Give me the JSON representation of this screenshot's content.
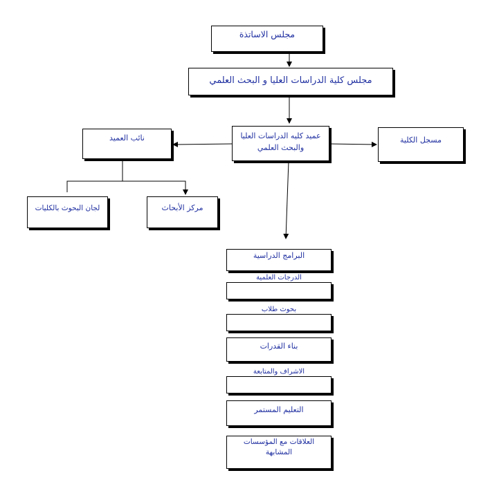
{
  "chart": {
    "council": "مجلس الاساتذة",
    "college_council": "مجلس كلية الدراسات  العليا و البحث العلمي",
    "dean": "عميد كليه الدراسات العليا والبحث العلمي",
    "deputy": "نائب العميد",
    "registrar": "مسجل الكلية",
    "research_committees": "لجان البحوث بالكليات",
    "research_center": "مركز الأبحاث",
    "programs": "البرامج الدراسية",
    "degrees": "الدرجات العلمية",
    "student_research": "بحوث طلاب",
    "capacity_building": "بناء القدرات",
    "supervision": "الاشراف والمتابعة",
    "continuing_education": "التعليم المستمر",
    "relations": "العلاقات مع المؤسسات المشابهة"
  },
  "colors": {
    "text": "#1f2fa0",
    "border": "#000000"
  }
}
